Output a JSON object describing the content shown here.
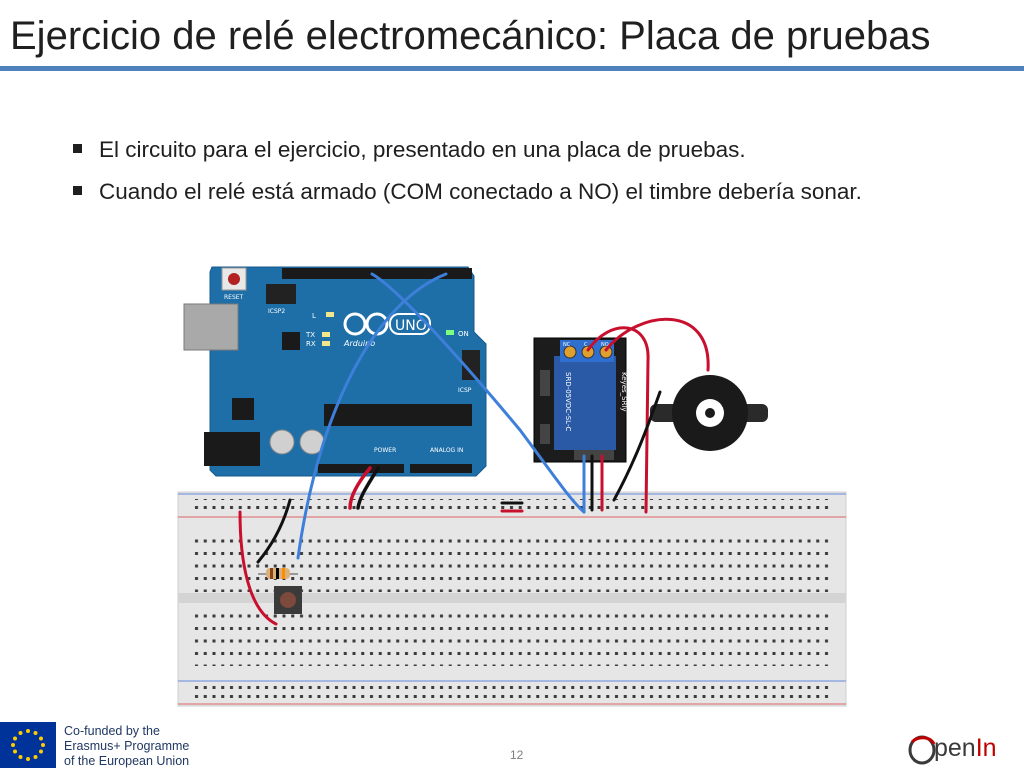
{
  "slide": {
    "title": "Ejercicio de relé electromecánico: Placa de pruebas",
    "bullets": [
      "El circuito para el ejercicio, presentado en una placa de pruebas.",
      "Cuando el relé está armado (COM conectado a NO) el timbre debería sonar."
    ],
    "page_number": "12"
  },
  "figure": {
    "board_labels": {
      "reset": "RESET",
      "icsp2": "ICSP2",
      "l": "L",
      "tx": "TX",
      "rx": "RX",
      "uno": "UNO",
      "arduino": "Arduino",
      "on": "ON",
      "icsp": "ICSP",
      "power": "POWER",
      "analog_in": "ANALOG IN"
    },
    "relay_labels": {
      "nc": "NC",
      "com": "C",
      "no": "NO",
      "part": "SRD-05VDC-SL-C",
      "brand": "Keyes_SRly"
    }
  },
  "footer": {
    "eu_lines": [
      "Co-funded by the",
      "Erasmus+ Programme",
      "of the European Union"
    ],
    "logo_prefix": "pen",
    "logo_suffix": "In"
  },
  "colors": {
    "accent": "#4f81bd",
    "arduino_blue": "#1e6fa8",
    "relay_blue": "#2a59a6",
    "wire_blue": "#3d7fd9",
    "wire_red": "#c8102e"
  }
}
